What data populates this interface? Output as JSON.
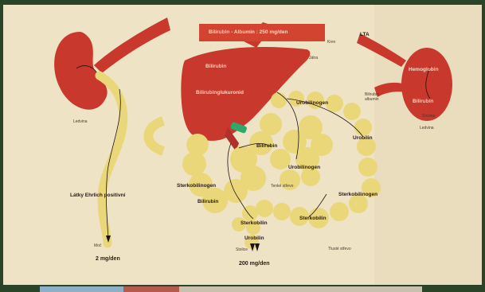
{
  "colors": {
    "frame": "#2b4427",
    "paper": "#efe3c6",
    "organ_red": "#c9382c",
    "intestine_yellow": "#ead77a",
    "gallbladder_green": "#2fa86a",
    "arrow": "#1c1410"
  },
  "title_box": "Bilirubin - Albumin : 250 mg/den",
  "labels": {
    "krev": "Krev",
    "jatra": "Játra",
    "lta": "LTA",
    "ledvina_left": "Ledvina",
    "ledvina_right": "Ledvina",
    "bilirubin_liver": "Bilirubin",
    "bilirubinglukuronid": "Bilirubinglukuronid",
    "urobilinogen_top": "Urobilinogen",
    "urobilin_right": "Urobilin",
    "bilirubin_gut": "Bilirubin",
    "urobilinogen_mid": "Urobilinogen",
    "sterkobilinogen_left": "Sterkobilinogen",
    "bilirubin_left": "Bilirubin",
    "tenke_streva": "Tenké střevo",
    "sterkobilinogen_right": "Sterkobilinogen",
    "sterkobilin_right": "Sterkobilin",
    "tluste_streva": "Tlusté střevo",
    "sterkobilin_bottom": "Sterkobilin",
    "urobilin_bottom": "Urobilin",
    "stolice": "Stolice",
    "feces_amount": "200 mg/den",
    "latky_ehrlich": "Látky Ehrlich positivní",
    "moc": "Moč",
    "urine_amount": "2 mg/den",
    "hemoglobin": "Hemoglobin",
    "bilirubin_spleen": "Bilirubin",
    "slezina": "Slezina",
    "bilirubin_albumin_small": "Bilirubin albumin"
  }
}
